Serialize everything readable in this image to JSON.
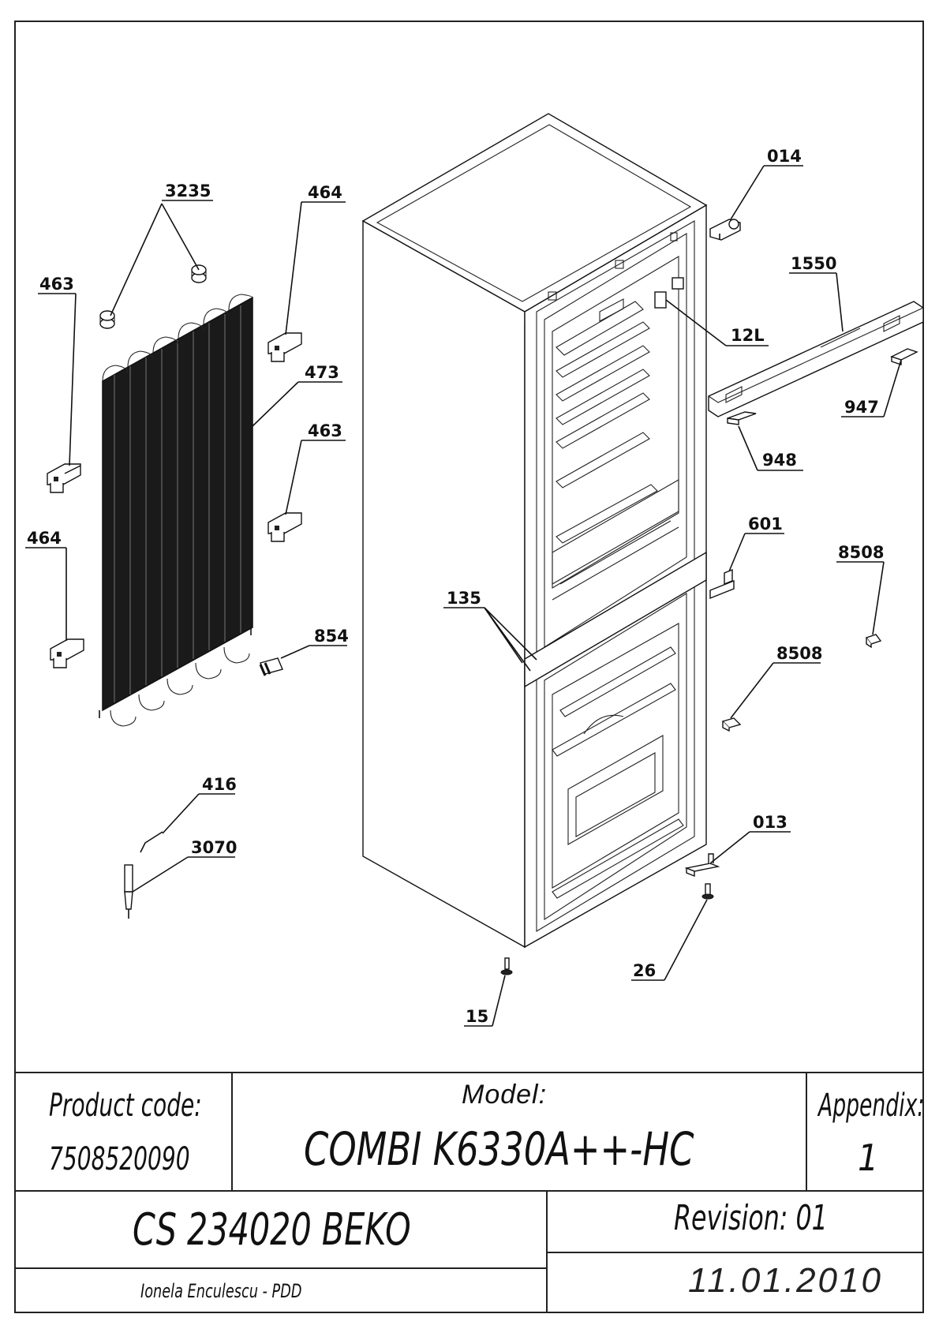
{
  "callouts": {
    "c3235": "3235",
    "c464a": "464",
    "c463a": "463",
    "c473": "473",
    "c463b": "463",
    "c464b": "464",
    "c854": "854",
    "c416": "416",
    "c3070": "3070",
    "c014": "014",
    "c1550": "1550",
    "c12L": "12L",
    "c947": "947",
    "c948": "948",
    "c601": "601",
    "c8508a": "8508",
    "c8508b": "8508",
    "c135": "135",
    "c013": "013",
    "c26": "26",
    "c15": "15"
  },
  "title_block": {
    "product_code_label": "Product code:",
    "product_code_value": "7508520090",
    "model_label": "Model:",
    "model_value": "COMBI K6330A++-HC",
    "appendix_label": "Appendix:",
    "appendix_value": "1",
    "company": "CS 234020 BEKO",
    "author": "Ionela Enculescu - PDD",
    "revision": "Revision: 01",
    "date": "11.01.2010"
  }
}
